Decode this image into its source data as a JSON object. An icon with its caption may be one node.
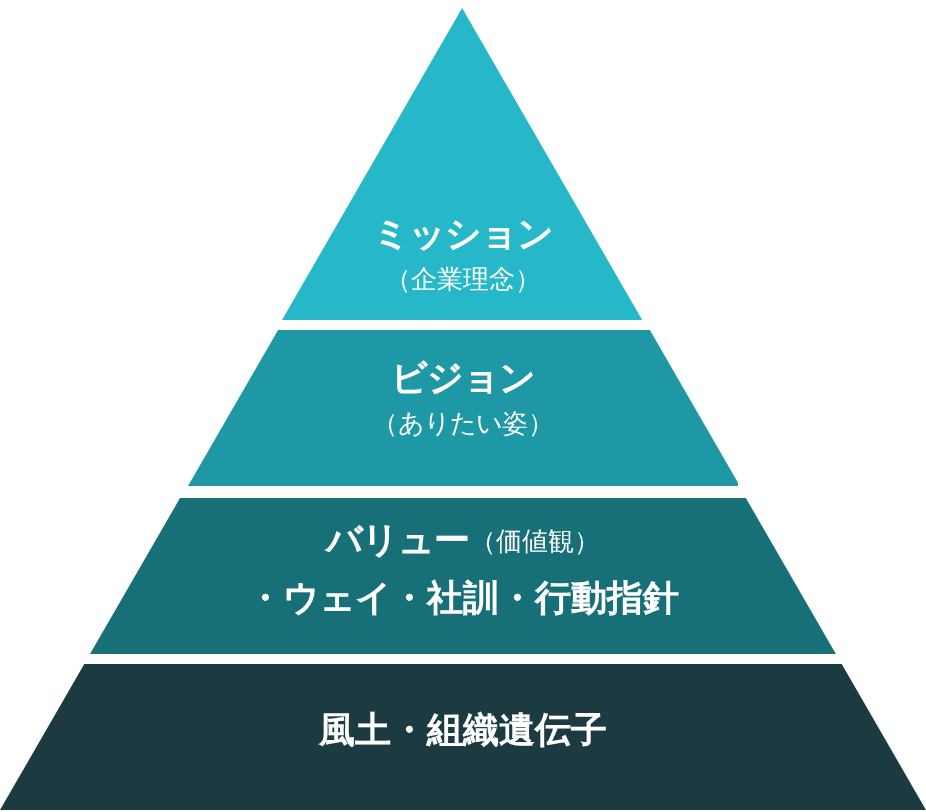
{
  "diagram": {
    "nodes": [
      {
        "text": [
          "ミッション",
          "（企業理念）"
        ]
      },
      {
        "text": [
          "ビジョン",
          "（ありたい姿）"
        ]
      },
      {
        "text": [
          "バリュー",
          "（価値観）",
          "・ウェイ・社訓・行動指針"
        ]
      },
      {
        "text": [
          "風土・組織遺伝子"
        ]
      }
    ]
  }
}
